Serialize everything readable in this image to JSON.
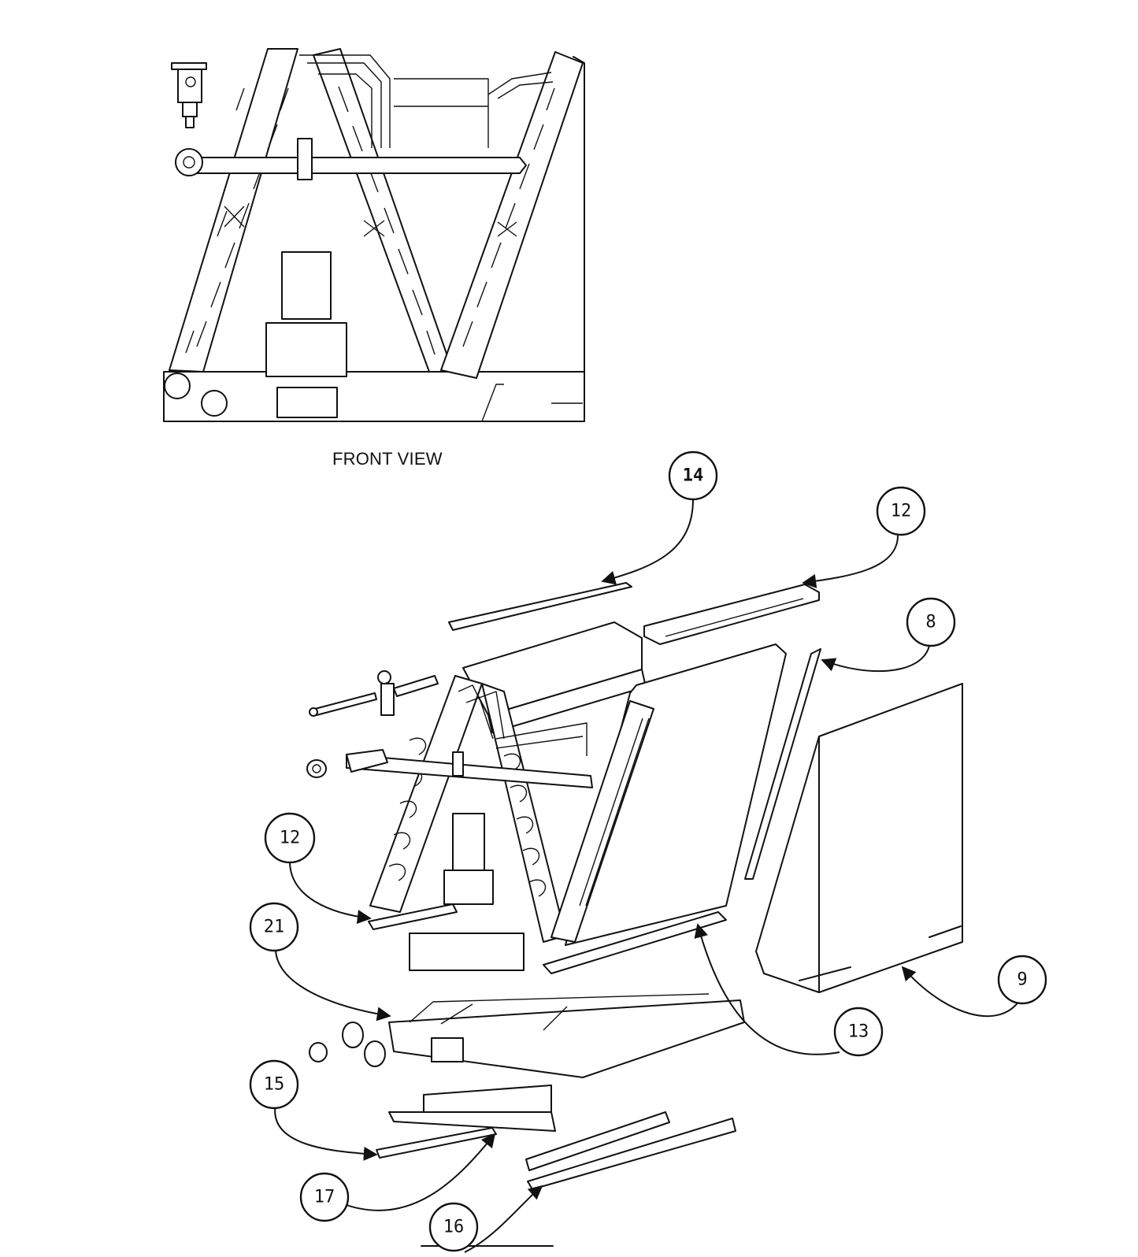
{
  "front_view": {
    "caption": "FRONT VIEW"
  },
  "callouts": [
    {
      "id": "14",
      "label": "14"
    },
    {
      "id": "12-top",
      "label": "12"
    },
    {
      "id": "8",
      "label": "8"
    },
    {
      "id": "12-left",
      "label": "12"
    },
    {
      "id": "21",
      "label": "21"
    },
    {
      "id": "9",
      "label": "9"
    },
    {
      "id": "13",
      "label": "13"
    },
    {
      "id": "15",
      "label": "15"
    },
    {
      "id": "17",
      "label": "17"
    },
    {
      "id": "16",
      "label": "16"
    }
  ],
  "colors": {
    "line": "#111111",
    "paper": "#ffffff"
  }
}
